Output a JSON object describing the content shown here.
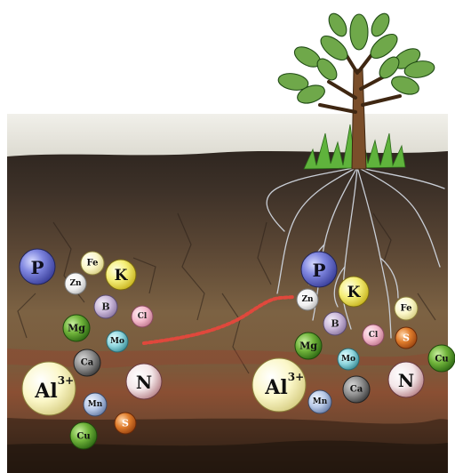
{
  "colors": {
    "sky": "#ffffff",
    "surface": "#e9e8e1",
    "grass": "#5fb33c",
    "topsoil": "#3b2f26",
    "subsoil": "#7a5f40",
    "deep": "#5a3a28",
    "red_band": "#9a3b2a",
    "roots": "#c9ced6",
    "trunk": "#7a4e2a",
    "leaf": "#6fa84a",
    "arrow": "#e0483c"
  },
  "left_group": {
    "P": "P",
    "Fe": "Fe",
    "K": "K",
    "Zn": "Zn",
    "B": "B",
    "Cl": "Cl",
    "Mg": "Mg",
    "Mo": "Mo",
    "Ca": "Ca",
    "Al": "Al",
    "Al_sup": "3+",
    "N": "N",
    "Mn": "Mn",
    "S": "S",
    "Cu": "Cu"
  },
  "right_group": {
    "P": "P",
    "K": "K",
    "Zn": "Zn",
    "B": "B",
    "Cl": "Cl",
    "Fe": "Fe",
    "Mg": "Mg",
    "S": "S",
    "Mo": "Mo",
    "Cu": "Cu",
    "Al": "Al",
    "Al_sup": "3+",
    "Ca": "Ca",
    "N": "N",
    "Mn": "Mn"
  }
}
